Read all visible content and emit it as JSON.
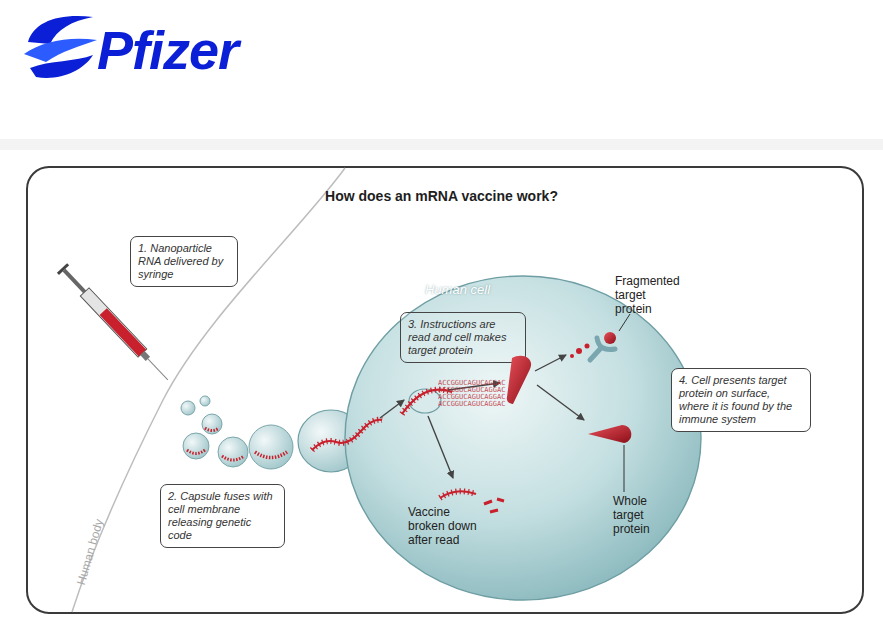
{
  "diagram": {
    "title": "How does an mRNA vaccine work?",
    "nodes": [
      {
        "text": [
          "1. Nanoparticle RNA delivered by syringe"
        ]
      },
      {
        "text": [
          "2. Capsule fuses with cell membrane releasing genetic code"
        ]
      },
      {
        "text": [
          "Human cell"
        ]
      },
      {
        "text": [
          "3. Instructions are read and cell makes target protein"
        ],
        "in": 2
      },
      {
        "text": [
          "4. Cell presents target protein on surface, where it is found by the immune system"
        ]
      }
    ],
    "labels": [
      "Pfizer",
      "Human body",
      "Fragmented target protein",
      "Whole target protein",
      "Vaccine broken down after read",
      "ACCGGUCAGUCAGGAC",
      "ACCGGUCAGUCAGGAC",
      "ACCGGUCAGUCAGGAC",
      "ACCGGUCAGUCAGGAC"
    ]
  }
}
